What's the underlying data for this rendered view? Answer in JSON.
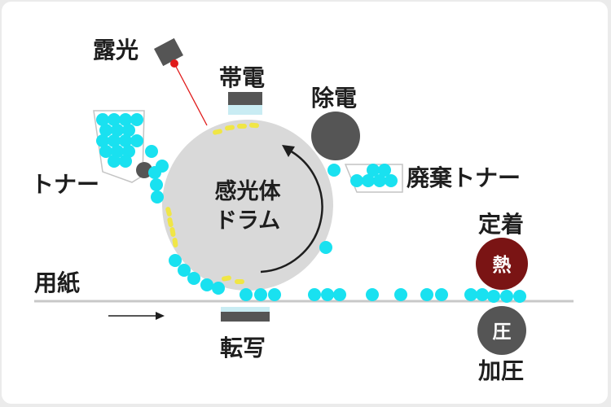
{
  "labels": {
    "exposure": "露光",
    "charging": "帯電",
    "discharge": "除電",
    "toner": "トナー",
    "waste_toner": "廃棄トナー",
    "drum_line1": "感光体",
    "drum_line2": "ドラム",
    "paper": "用紙",
    "transfer": "転写",
    "fixing": "定着",
    "heat": "熱",
    "pressure_symbol": "圧",
    "pressure": "加圧"
  },
  "colors": {
    "toner": "#19e1f0",
    "charge": "#f0e646",
    "drum": "#d9d9d9",
    "dark": "#555555",
    "heat_roller": "#7a1414",
    "laser": "#e01a1a",
    "paper": "#c8c8c8"
  }
}
